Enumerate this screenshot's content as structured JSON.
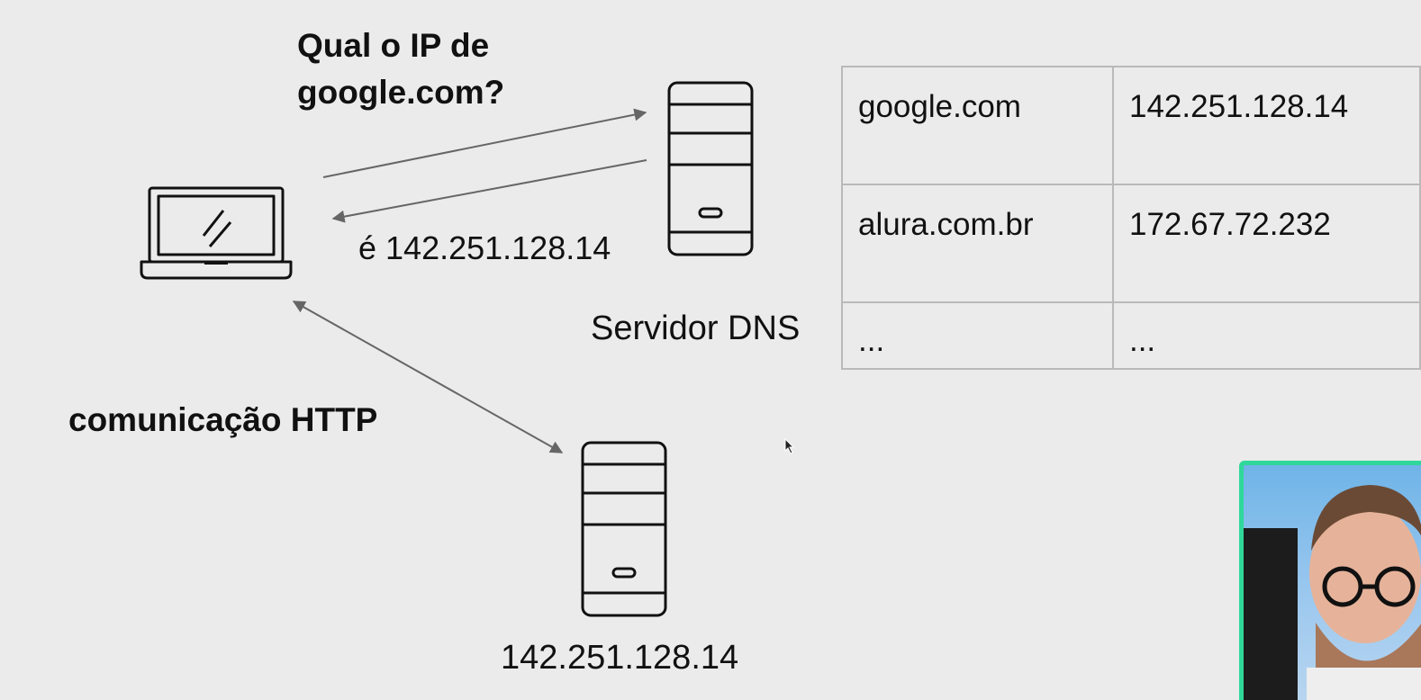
{
  "diagram": {
    "question_line1": "Qual o IP de",
    "question_line2": "google.com?",
    "answer": "é 142.251.128.14",
    "http_label": "comunicação HTTP",
    "dns_server_label": "Servidor DNS",
    "web_server_ip": "142.251.128.14"
  },
  "dns_table": {
    "rows": [
      {
        "domain": "google.com",
        "ip": "142.251.128.14"
      },
      {
        "domain": "alura.com.br",
        "ip": "172.67.72.232"
      },
      {
        "domain": "...",
        "ip": "..."
      }
    ]
  },
  "icons": {
    "laptop": "laptop-icon",
    "dns_server": "server-icon",
    "web_server": "server-icon",
    "cursor": "mouse-pointer-icon"
  },
  "colors": {
    "background": "#ebebeb",
    "stroke": "#111111",
    "arrow": "#666666",
    "table_border": "#b9b9b9",
    "webcam_border": "#2fd89a"
  }
}
